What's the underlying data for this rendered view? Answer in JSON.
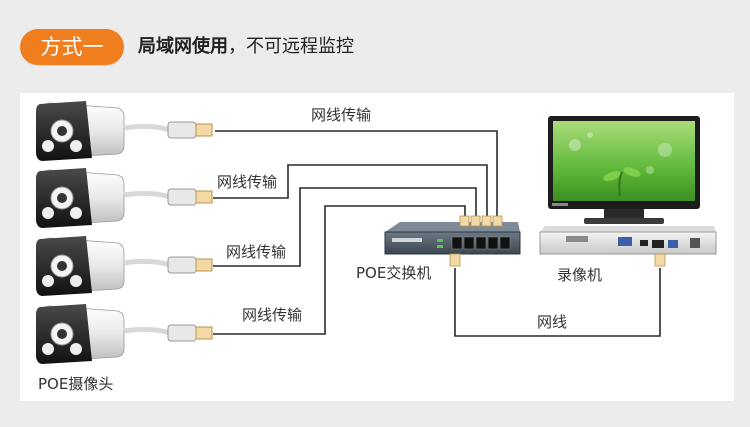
{
  "header": {
    "badge_text": "方式一",
    "subtitle_bold": "局域网使用",
    "subtitle_rest": "，不可远程监控"
  },
  "diagram": {
    "cable_labels": [
      "网线传输",
      "网线传输",
      "网线传输",
      "网线传输"
    ],
    "switch_label": "POE交换机",
    "nvr_label": "录像机",
    "nvr_cable_label": "网线",
    "cameras_label": "POE摄像头"
  },
  "colors": {
    "badge": "#f07d1e",
    "cable": "#2a2a2a",
    "switch_body": "#4a5560",
    "screen_green": "#5fb83a"
  }
}
